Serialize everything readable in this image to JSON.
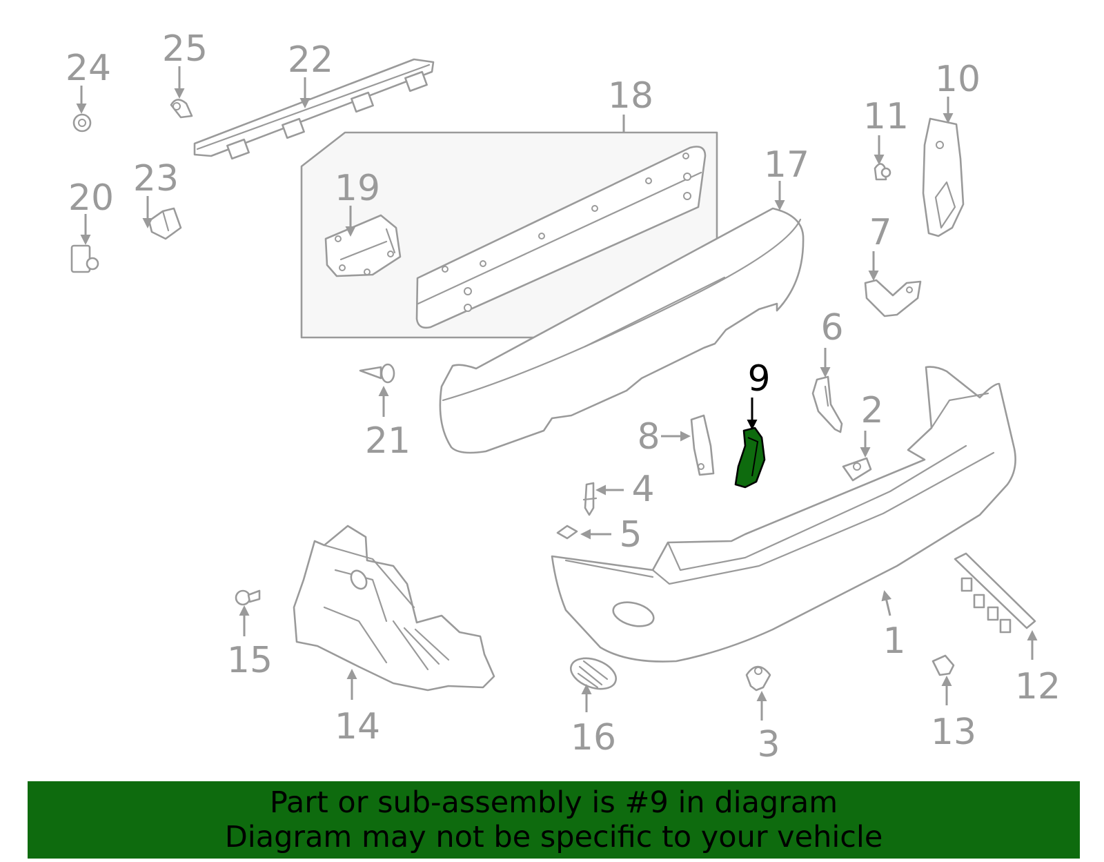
{
  "diagram": {
    "callouts": [
      "1",
      "2",
      "3",
      "4",
      "5",
      "6",
      "7",
      "8",
      "9",
      "10",
      "11",
      "12",
      "13",
      "14",
      "15",
      "16",
      "17",
      "18",
      "19",
      "20",
      "21",
      "22",
      "23",
      "24",
      "25"
    ],
    "highlighted": "9",
    "colors": {
      "line": "#9a9a9a",
      "highlight_fill": "#0e6b0e",
      "highlight_text": "#000000",
      "banner_background": "#0e6b0e"
    }
  },
  "banner": {
    "line1": "Part or sub-assembly is #9 in diagram",
    "line2": "Diagram may not be specific to your vehicle"
  }
}
